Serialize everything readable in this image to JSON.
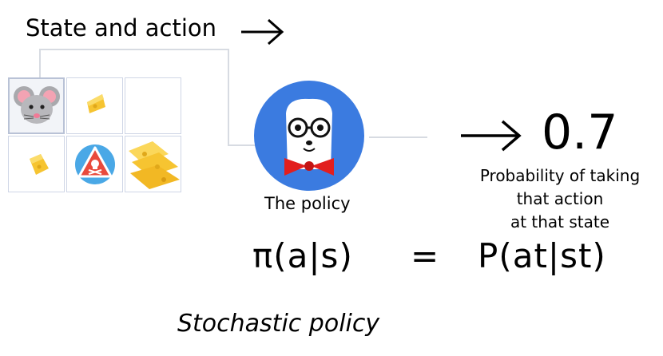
{
  "header": {
    "state_action_label": "State and action"
  },
  "grid": {
    "cells": [
      [
        "mouse-icon",
        "cheese-icon",
        "empty"
      ],
      [
        "cheese-icon",
        "poison-icon",
        "big-cheese-icon"
      ]
    ]
  },
  "policy": {
    "label": "The policy"
  },
  "output": {
    "value": "0.7",
    "description_lines": [
      "Probability of taking",
      "that action",
      "at that state"
    ]
  },
  "equation": {
    "left": "π(a|s)",
    "equals": "=",
    "right": "P(at|st)"
  },
  "caption": "Stochastic policy",
  "colors": {
    "policy_circle": "#3b7be0",
    "bowtie": "#e21e1e",
    "cheese": "#f6c431",
    "poison_bg": "#4aa8e6",
    "poison_triangle": "#e94a3c"
  }
}
